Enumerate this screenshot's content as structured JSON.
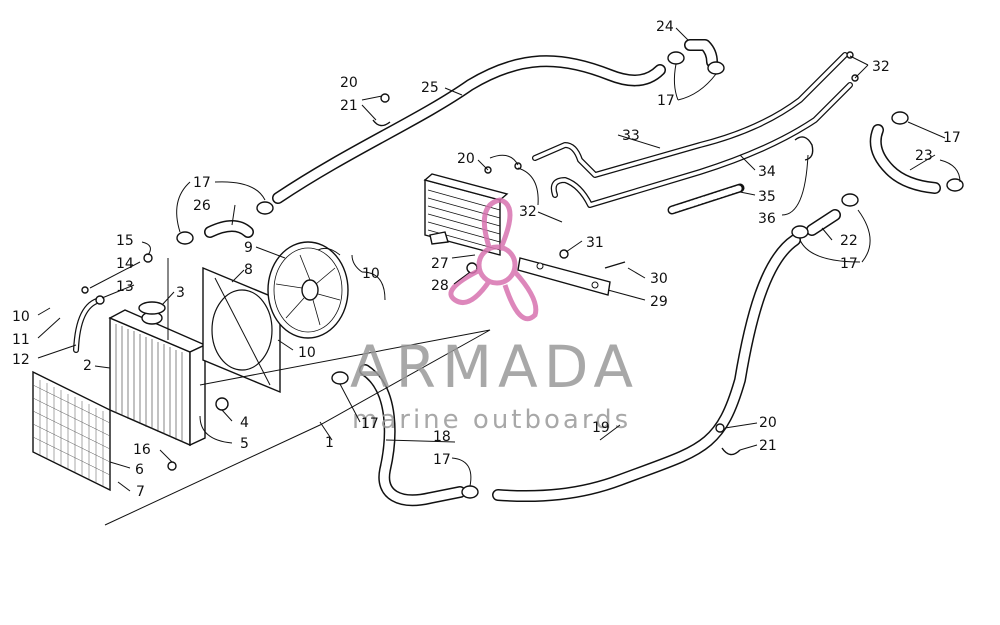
{
  "watermark": {
    "brand": "ARMADA",
    "tagline": "marine outboards",
    "logo_color": "#d873b0",
    "text_color": "#9a9a9a"
  },
  "callouts": {
    "c1": "1",
    "c2": "2",
    "c3": "3",
    "c4": "4",
    "c5": "5",
    "c6": "6",
    "c7": "7",
    "c8": "8",
    "c9": "9",
    "c10a": "10",
    "c10b": "10",
    "c10c": "10",
    "c11": "11",
    "c12": "12",
    "c13": "13",
    "c14": "14",
    "c15": "15",
    "c16": "16",
    "c17a": "17",
    "c17b": "17",
    "c17c": "17",
    "c17d": "17",
    "c17e": "17",
    "c17f": "17",
    "c18": "18",
    "c19": "19",
    "c20a": "20",
    "c20b": "20",
    "c20c": "20",
    "c21a": "21",
    "c21b": "21",
    "c22": "22",
    "c23": "23",
    "c24": "24",
    "c25": "25",
    "c26": "26",
    "c27": "27",
    "c28": "28",
    "c29": "29",
    "c30": "30",
    "c31": "31",
    "c32a": "32",
    "c32b": "32",
    "c33": "33",
    "c34": "34",
    "c35": "35",
    "c36": "36"
  }
}
